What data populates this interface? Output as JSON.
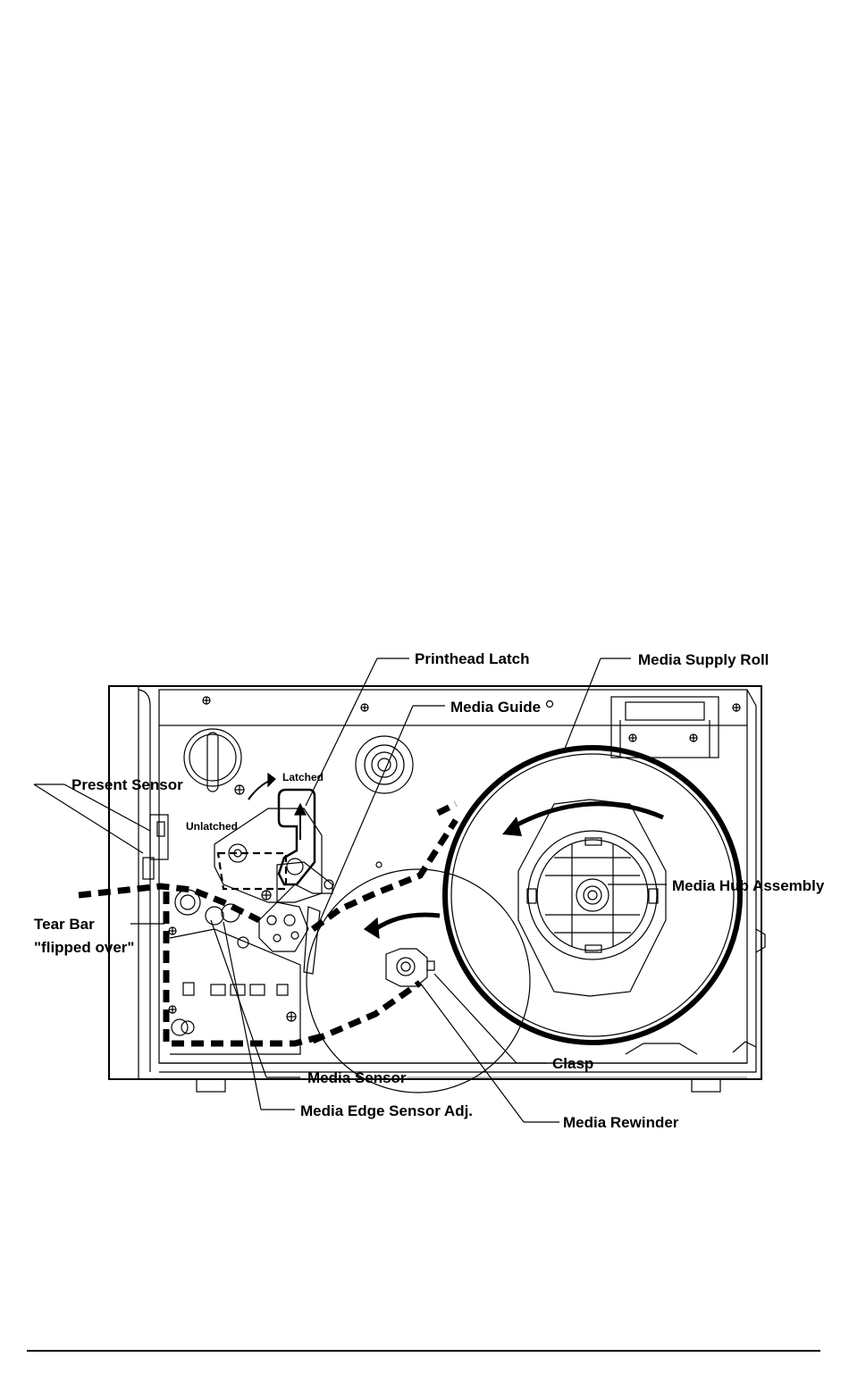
{
  "labels": {
    "printhead_latch": "Printhead Latch",
    "media_supply_roll": "Media Supply Roll",
    "media_guide": "Media Guide",
    "present_sensor": "Present Sensor",
    "latched": "Latched",
    "unlatched": "Unlatched",
    "media_hub_assembly": "Media Hub Assembly",
    "tear_bar_line1": "Tear Bar",
    "tear_bar_line2": "\"flipped over\"",
    "media_sensor": "Media Sensor",
    "clasp": "Clasp",
    "media_edge_sensor_adj": "Media Edge Sensor Adj.",
    "media_rewinder": "Media Rewinder"
  }
}
